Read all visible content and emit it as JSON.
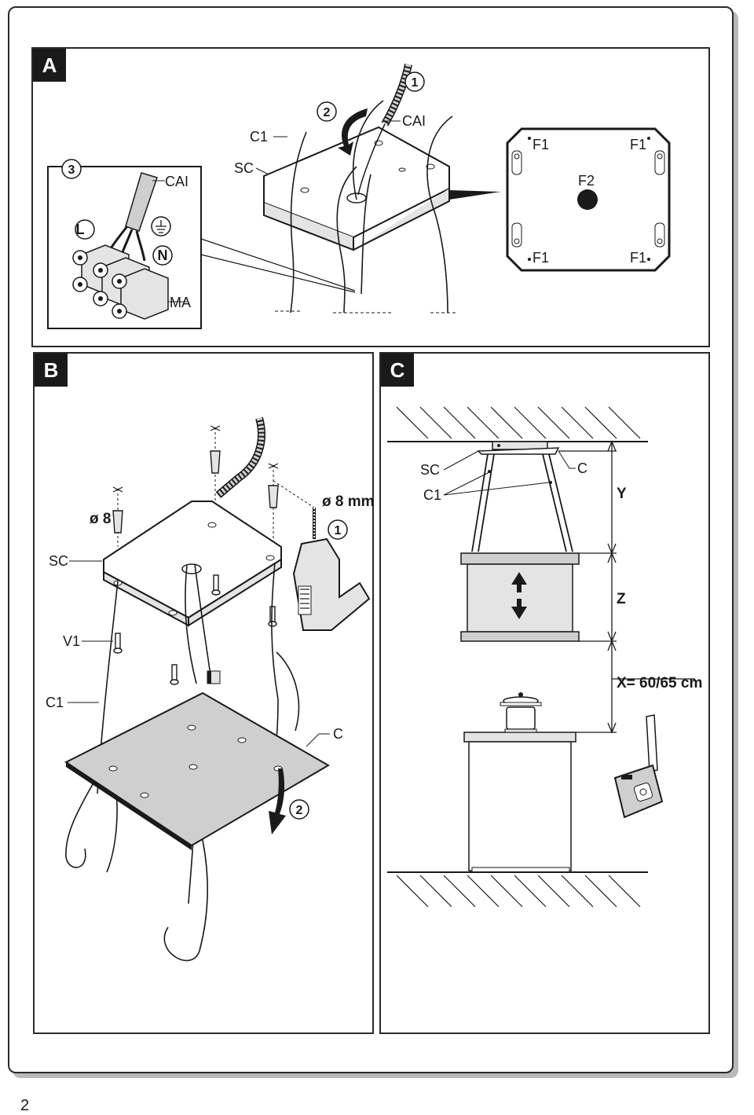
{
  "page_number": "2",
  "panels": {
    "a": {
      "tag": "A",
      "labels": {
        "c1": "C1",
        "sc": "SC",
        "cai": "CAI",
        "cai_inset": "CAI",
        "ma": "MA",
        "l": "L",
        "n": "N",
        "f1_tl": "F1",
        "f1_tr": "F1",
        "f1_bl": "F1",
        "f1_br": "F1",
        "f2": "F2"
      },
      "steps": {
        "s1": "1",
        "s2": "2",
        "s3": "3"
      }
    },
    "b": {
      "tag": "B",
      "labels": {
        "sc": "SC",
        "v1": "V1",
        "c1": "C1",
        "c": "C",
        "d8_left": "ø 8",
        "d8_mm": "ø 8 mm"
      },
      "steps": {
        "s1": "1",
        "s2": "2"
      }
    },
    "c": {
      "tag": "C",
      "labels": {
        "sc": "SC",
        "c": "C",
        "c1": "C1",
        "y": "Y",
        "z": "Z",
        "x": "X= 60/65 cm"
      }
    }
  },
  "colors": {
    "ink": "#1a1a1a",
    "gray_fill": "#cfcfcf",
    "light_fill": "#e4e4e4"
  }
}
